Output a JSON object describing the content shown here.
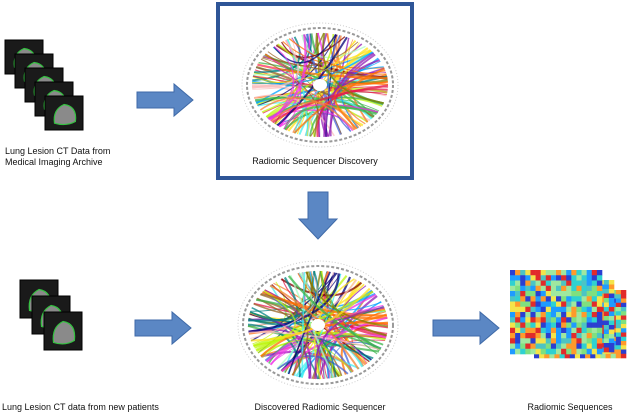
{
  "labels": {
    "input_top_line1": "Lung Lesion CT Data from",
    "input_top_line2": "Medical Imaging Archive",
    "discovery": "Radiomic Sequencer Discovery",
    "input_bottom": "Lung Lesion CT data from new patients",
    "discovered": "Discovered Radiomic Sequencer",
    "output": "Radiomic Sequences"
  },
  "colors": {
    "arrow": "#5b87c4",
    "arrow_stroke": "#3f6aa8",
    "frame": "#2e5597",
    "ct_background": "#1a1a1a",
    "lesion_outline": "#34c240"
  },
  "icons": {
    "ct_stack": "ct-scan-stack-icon",
    "circos": "chord-diagram-icon",
    "heatmap": "heatmap-stack-icon",
    "arrow": "block-arrow-icon"
  }
}
